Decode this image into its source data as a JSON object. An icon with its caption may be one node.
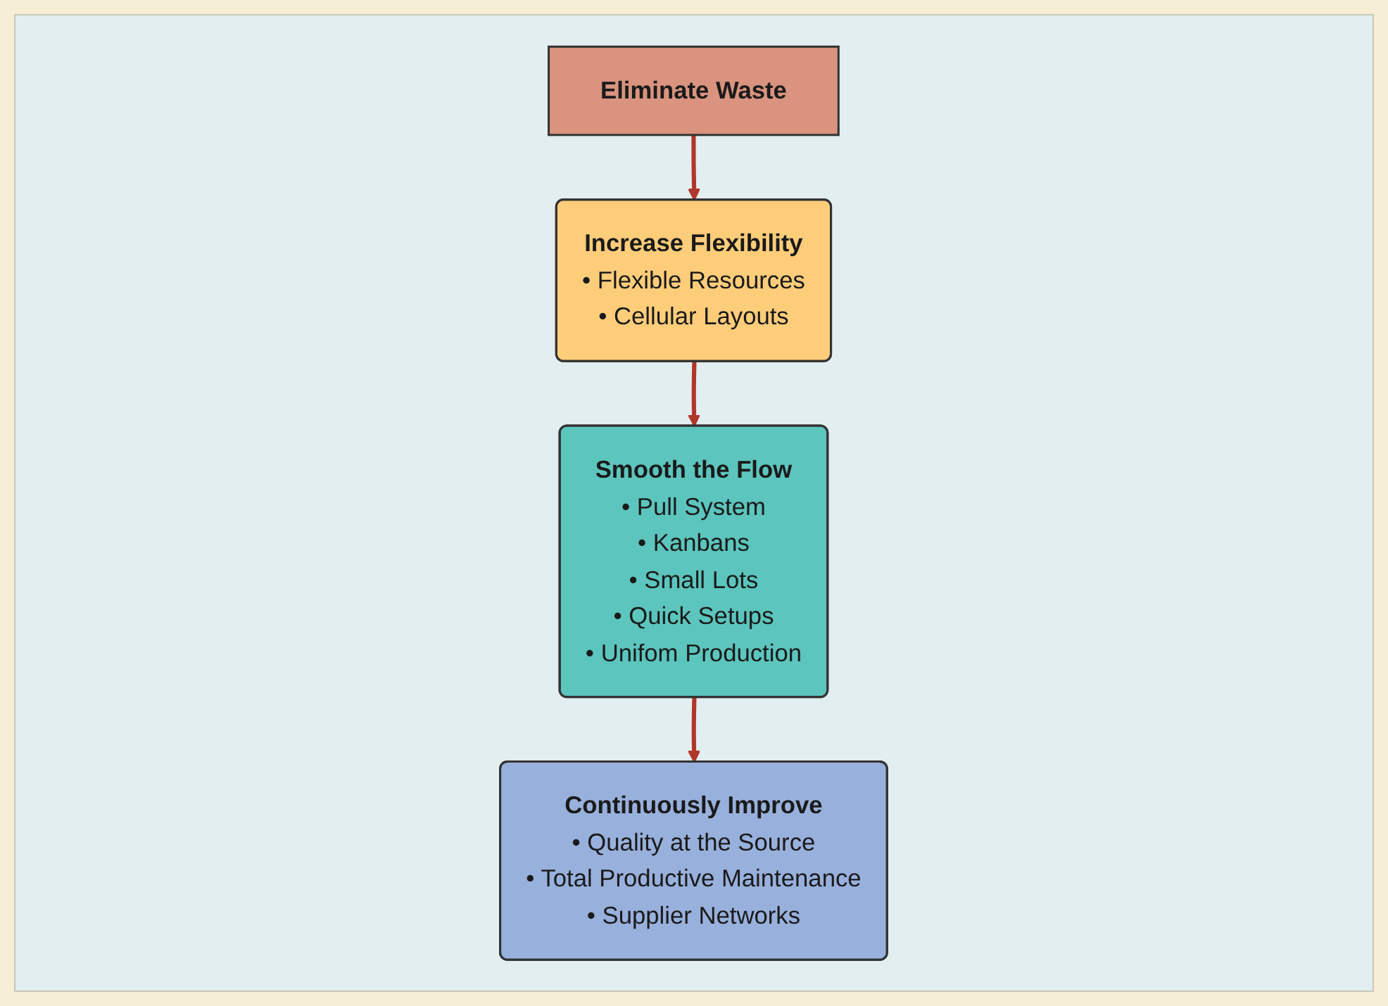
{
  "diagram": {
    "nodes": [
      {
        "text": [
          "Eliminate Waste"
        ]
      },
      {
        "text": [
          "Increase Flexibility",
          "• Flexible Resources",
          "• Cellular Layouts"
        ]
      },
      {
        "text": [
          "Smooth the Flow",
          "• Pull System",
          "• Kanbans",
          "• Small Lots",
          "• Quick Setups",
          "• Unifom Production"
        ]
      },
      {
        "text": [
          "Continuously Improve",
          "• Quality at the Source",
          "• Total Productive Maintenance",
          "• Supplier Networks"
        ]
      }
    ],
    "edges": [
      {
        "from": 0,
        "to": 1,
        "arrow": "to"
      },
      {
        "from": 1,
        "to": 2,
        "arrow": "to"
      },
      {
        "from": 2,
        "to": 3,
        "arrow": "to"
      }
    ]
  }
}
